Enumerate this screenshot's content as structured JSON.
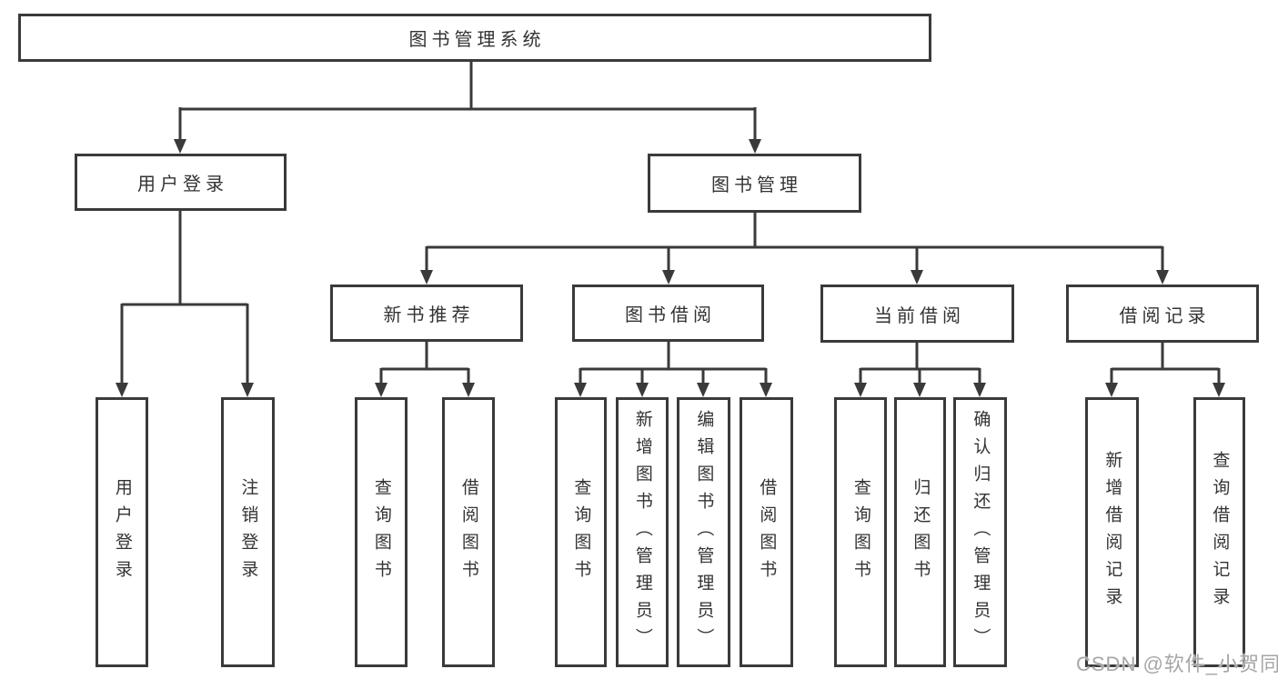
{
  "diagram": {
    "type": "hierarchy-tree",
    "background_color": "#ffffff",
    "line_color": "#3a3a3a",
    "text_color": "#333333",
    "watermark": {
      "text": "CSDN @软件_小贺同学",
      "color": "#a6a6a6"
    },
    "tree": {
      "label": "图书管理系统",
      "children": [
        {
          "label": "用户登录",
          "children": [
            {
              "label": "用户登录"
            },
            {
              "label": "注销登录"
            }
          ]
        },
        {
          "label": "图书管理",
          "children": [
            {
              "label": "新书推荐",
              "children": [
                {
                  "label": "查询图书"
                },
                {
                  "label": "借阅图书"
                }
              ]
            },
            {
              "label": "图书借阅",
              "children": [
                {
                  "label": "查询图书"
                },
                {
                  "label": "新增图书（管理员）"
                },
                {
                  "label": "编辑图书（管理员）"
                },
                {
                  "label": "借阅图书"
                }
              ]
            },
            {
              "label": "当前借阅",
              "children": [
                {
                  "label": "查询图书"
                },
                {
                  "label": "归还图书"
                },
                {
                  "label": "确认归还（管理员）"
                }
              ]
            },
            {
              "label": "借阅记录",
              "children": [
                {
                  "label": "新增借阅记录"
                },
                {
                  "label": "查询借阅记录"
                }
              ]
            }
          ]
        }
      ]
    }
  }
}
